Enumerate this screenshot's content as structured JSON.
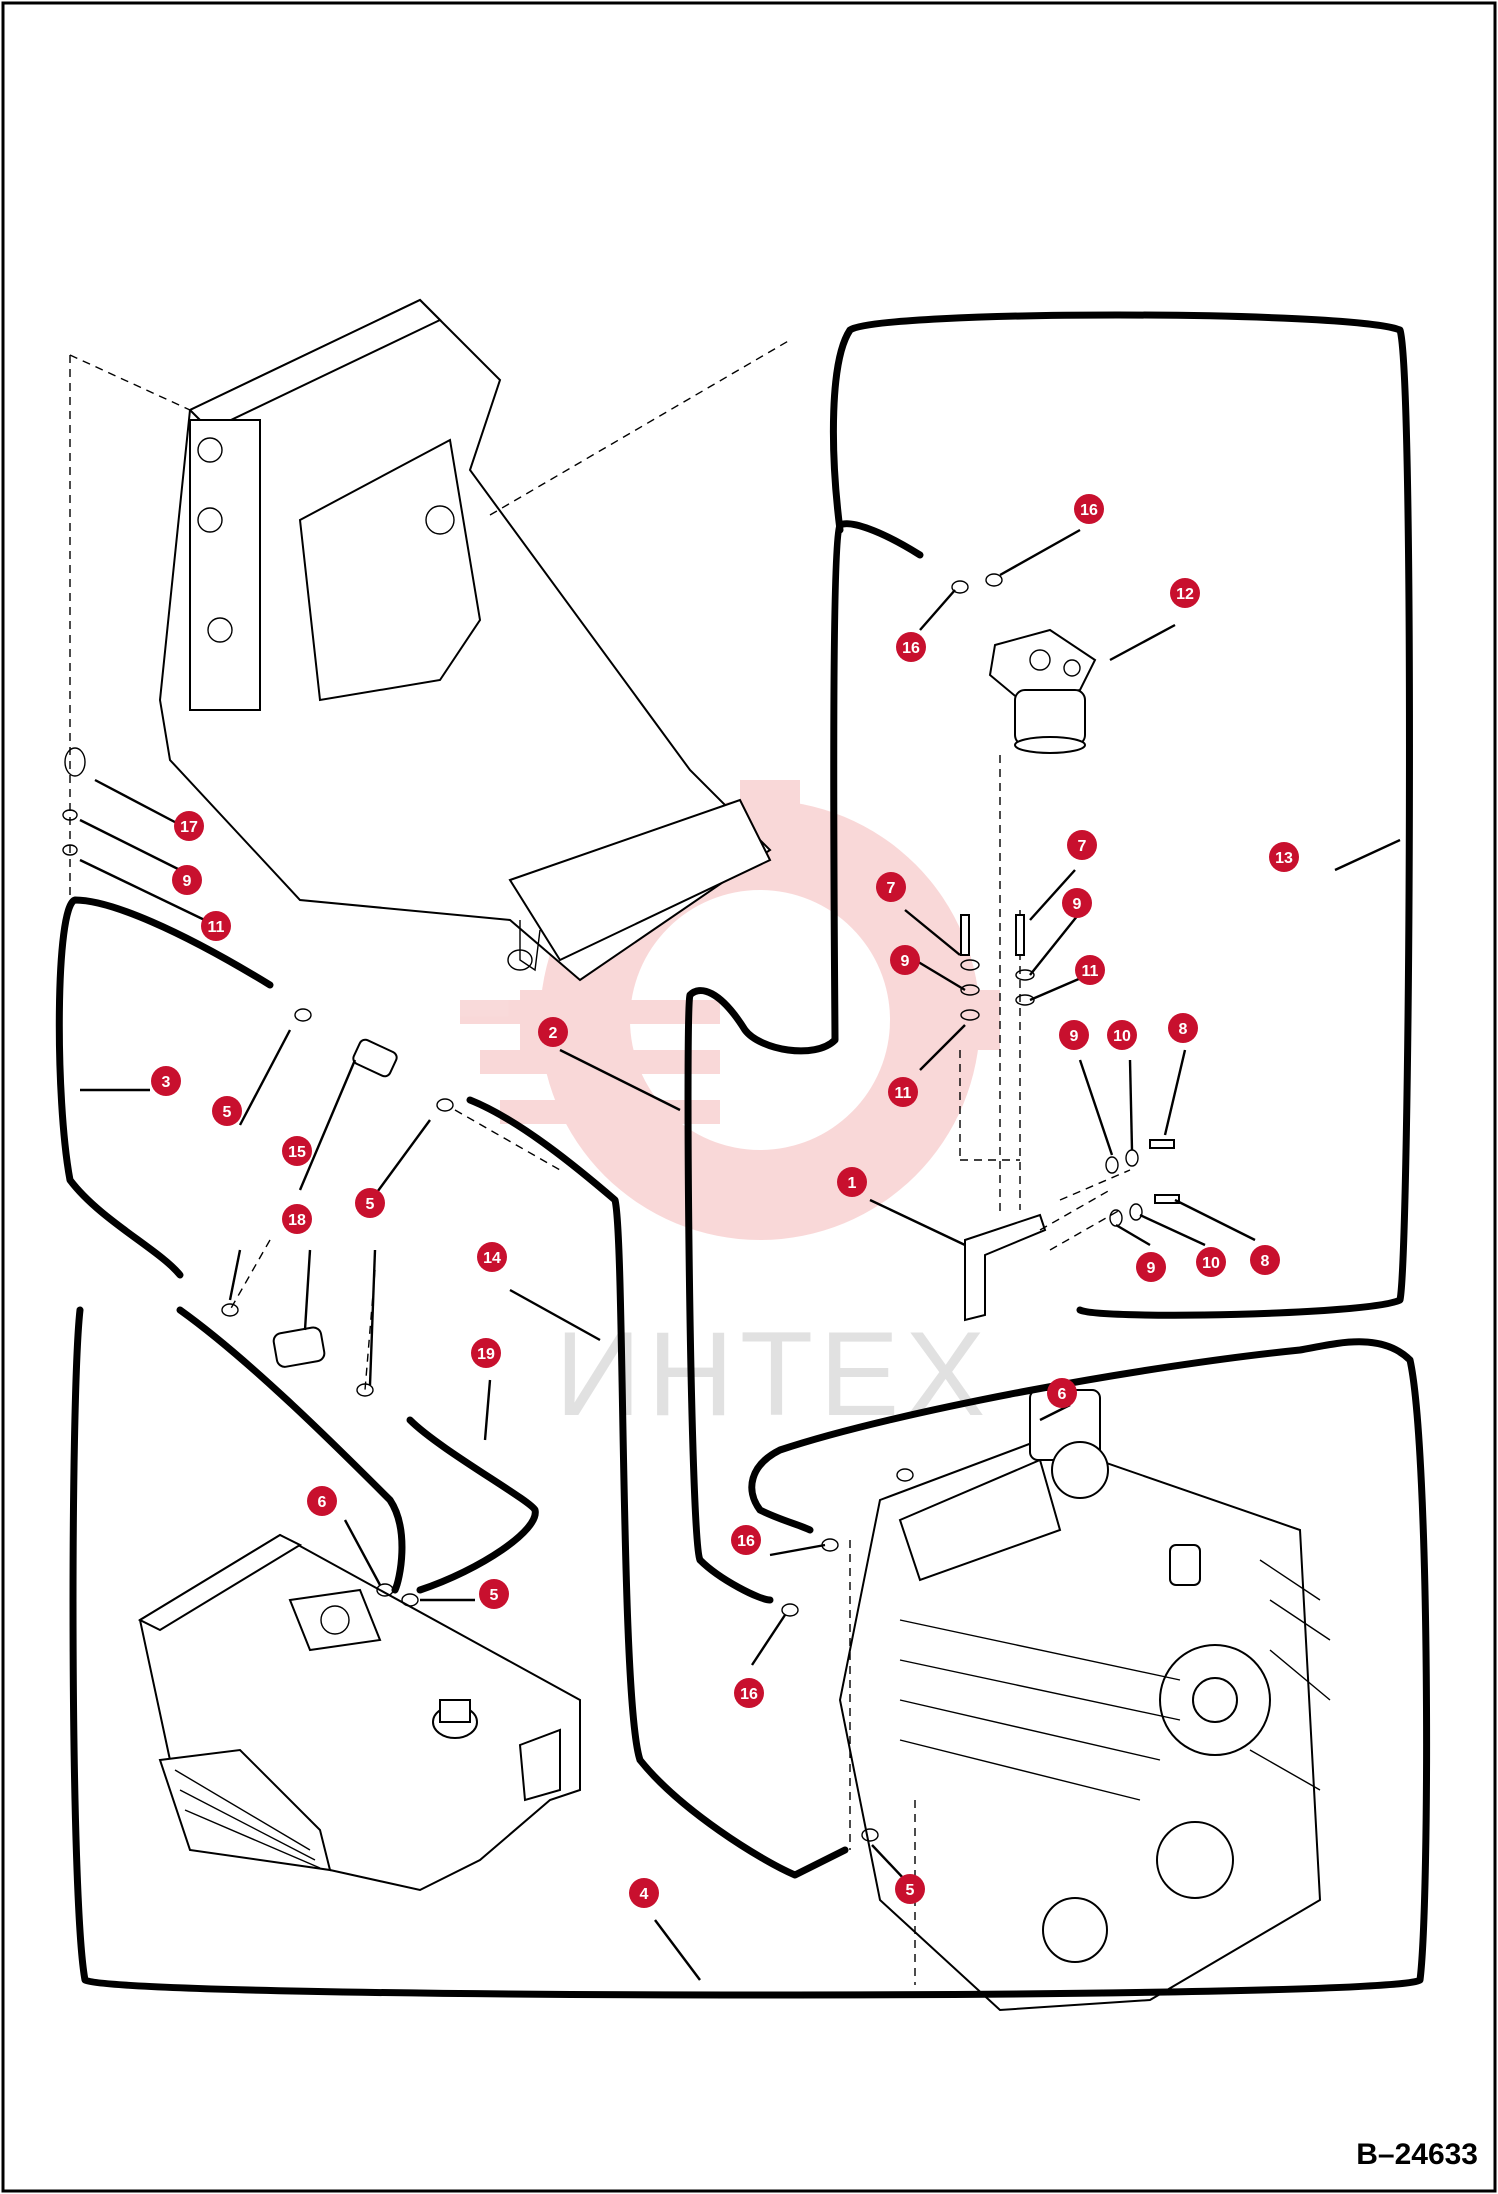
{
  "diagram": {
    "drawing_number": "B–24633",
    "watermark_text": "ИНТЕХ",
    "callouts": [
      {
        "id": "c-1",
        "label": "1"
      },
      {
        "id": "c-2",
        "label": "2"
      },
      {
        "id": "c-3",
        "label": "3"
      },
      {
        "id": "c-4",
        "label": "4"
      },
      {
        "id": "c-5a",
        "label": "5"
      },
      {
        "id": "c-5b",
        "label": "5"
      },
      {
        "id": "c-5c",
        "label": "5"
      },
      {
        "id": "c-5d",
        "label": "5"
      },
      {
        "id": "c-6a",
        "label": "6"
      },
      {
        "id": "c-6b",
        "label": "6"
      },
      {
        "id": "c-7a",
        "label": "7"
      },
      {
        "id": "c-7b",
        "label": "7"
      },
      {
        "id": "c-8a",
        "label": "8"
      },
      {
        "id": "c-8b",
        "label": "8"
      },
      {
        "id": "c-9a",
        "label": "9"
      },
      {
        "id": "c-9b",
        "label": "9"
      },
      {
        "id": "c-9c",
        "label": "9"
      },
      {
        "id": "c-9d",
        "label": "9"
      },
      {
        "id": "c-9e",
        "label": "9"
      },
      {
        "id": "c-10a",
        "label": "10"
      },
      {
        "id": "c-10b",
        "label": "10"
      },
      {
        "id": "c-11a",
        "label": "11"
      },
      {
        "id": "c-11b",
        "label": "11"
      },
      {
        "id": "c-11c",
        "label": "11"
      },
      {
        "id": "c-12",
        "label": "12"
      },
      {
        "id": "c-13",
        "label": "13"
      },
      {
        "id": "c-14",
        "label": "14"
      },
      {
        "id": "c-15",
        "label": "15"
      },
      {
        "id": "c-16a",
        "label": "16"
      },
      {
        "id": "c-16b",
        "label": "16"
      },
      {
        "id": "c-16c",
        "label": "16"
      },
      {
        "id": "c-16d",
        "label": "16"
      },
      {
        "id": "c-17",
        "label": "17"
      },
      {
        "id": "c-18",
        "label": "18"
      },
      {
        "id": "c-19",
        "label": "19"
      }
    ],
    "colors": {
      "callout": "#c8102e",
      "watermark": "#e03030"
    }
  }
}
